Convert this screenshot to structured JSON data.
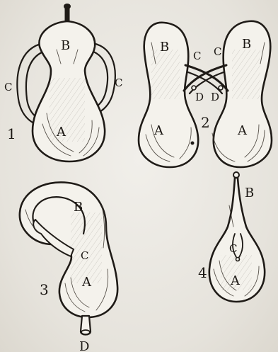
{
  "figures": [
    {
      "number": "1",
      "labels": {
        "body": "A",
        "neck": "B",
        "left_handle": "C",
        "right_handle": "C"
      }
    },
    {
      "number": "2",
      "labels": {
        "left_body": "A",
        "right_body": "A",
        "left_top": "B",
        "right_top": "B",
        "left_tube": "C",
        "right_tube": "C",
        "left_joint": "D",
        "right_joint": "D"
      }
    },
    {
      "number": "3",
      "labels": {
        "body": "A",
        "neck": "B",
        "tube_end": "C",
        "spout": "D"
      }
    },
    {
      "number": "4",
      "labels": {
        "body": "A",
        "neck": "B",
        "junction": "C"
      }
    }
  ],
  "colors": {
    "ink": "#1f1b17",
    "paper": "#eae7e0"
  }
}
